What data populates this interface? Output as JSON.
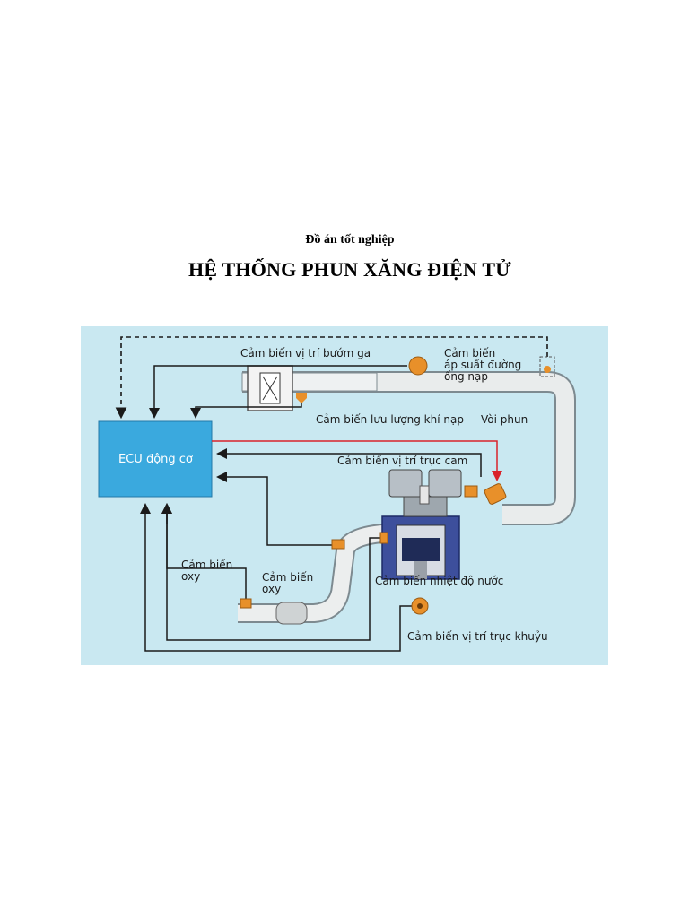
{
  "document": {
    "subtitle": "Đồ án tốt nghiệp",
    "title": "HỆ THỐNG PHUN XĂNG ĐIỆN TỬ"
  },
  "diagram": {
    "ecu": "ECU động cơ",
    "labels": {
      "throttle_position": "Cảm biến vị trí bướm ga",
      "map_line1": "Cảm biến",
      "map_line2": "áp suất đường",
      "map_line3": "ống nạp",
      "airflow": "Cảm biến lưu lượng khí nạp",
      "injector": "Vòi phun",
      "camshaft": "Cảm biến vị trí trục cam",
      "coolant_temp": "Cảm biến nhiệt độ nước",
      "crankshaft": "Cảm biến vị trí trục khuỷu",
      "oxy1_line1": "Cảm biến",
      "oxy1_line2": "oxy",
      "oxy2_line1": "Cảm biến",
      "oxy2_line2": "oxy"
    },
    "colors": {
      "background": "#c9e8f1",
      "ecu": "#3aa9de",
      "signal_line": "#1a1a1a",
      "injector_line": "#d9232a",
      "sensor": "#e8902a"
    }
  }
}
